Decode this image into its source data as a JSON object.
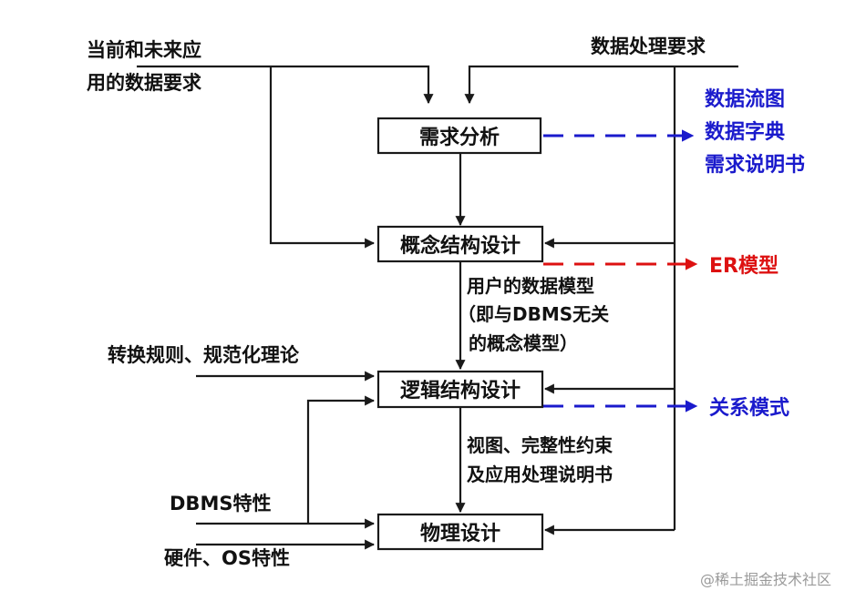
{
  "boxes": {
    "requirements": "需求分析",
    "conceptual": "概念结构设计",
    "logical": "逻辑结构设计",
    "physical": "物理设计"
  },
  "inputs": {
    "current_future_line1": "当前和未来应",
    "current_future_line2": "用的数据要求",
    "processing": "数据处理要求",
    "conversion_rules": "转换规则、规范化理论",
    "dbms_features": "DBMS特性",
    "hardware_os": "硬件、OS特性"
  },
  "intermediate": {
    "user_model_line1": "用户的数据模型",
    "user_model_line2": "（即与DBMS无关",
    "user_model_line3": "的概念模型）",
    "views_line1": "视图、完整性约束",
    "views_line2": "及应用处理说明书"
  },
  "outputs": {
    "dataflow": "数据流图",
    "dictionary": "数据字典",
    "spec": "需求说明书",
    "er": "ER模型",
    "relational": "关系模式"
  },
  "colors": {
    "blue": "#1a1acc",
    "red": "#dd1111",
    "black": "#1a1a1a"
  },
  "watermark": "@稀土掘金技术社区"
}
